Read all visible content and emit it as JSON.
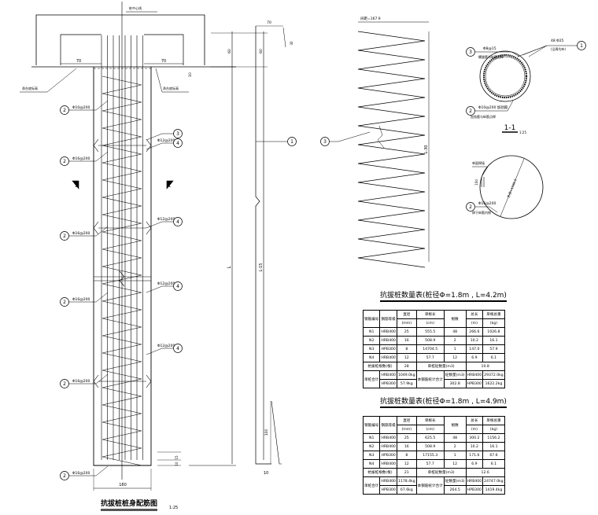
{
  "drawing": {
    "title": "抗拔桩桩身配筋图",
    "title_scale": "1:25",
    "pile_centerline": "桩中心线",
    "cap_bottom_left": "承台底标高",
    "cap_bottom_right": "承台底标高",
    "dim_70_left": "70",
    "dim_70_right": "70",
    "dim_60_a": "60",
    "dim_60_b": "60",
    "dim_10_top": "10",
    "dim_L": "L",
    "dim_L15": "L-15",
    "dim_width": "180",
    "dim_10_bottom": "10",
    "dim_15_bottom": "15",
    "section_mark_left": "1",
    "section_mark_right": "1",
    "callouts": [
      {
        "num": "2",
        "text": "Φ10@200"
      },
      {
        "num": "3",
        "text": ""
      },
      {
        "num": "4",
        "text": "Φ12@200"
      },
      {
        "num": "2",
        "text": "Φ16@200"
      },
      {
        "num": "4",
        "text": "Φ12@200"
      },
      {
        "num": "2",
        "text": "Φ16@200"
      },
      {
        "num": "2",
        "text": "Φ16@200"
      },
      {
        "num": "4",
        "text": "Φ12@200"
      },
      {
        "num": "4",
        "text": "Φ12@200"
      },
      {
        "num": "2",
        "text": "Φ16@200"
      },
      {
        "num": "2",
        "text": "Φ16@200"
      }
    ]
  },
  "bar1": {
    "num": "1",
    "dim_top": "70",
    "dim_hook": "30",
    "dim_bottom": "100",
    "dim_bottom_w": "10"
  },
  "spiral": {
    "num": "3",
    "pitch": "间距=167.9",
    "length": "L-30"
  },
  "section": {
    "title": "1-1",
    "scale": "1:25",
    "n1": "1",
    "n1_text": "48 Φ25",
    "n1_sub": "(沿周均布)",
    "n3": "3",
    "n3_text": "Φ8@15",
    "n3_sub": "螺旋箍与纵筋点焊",
    "n2": "2",
    "n2_text": "Φ10@200  加劲箍",
    "n2_sub": "加劲箍与纵筋点焊",
    "ring_label": "单面焊接",
    "ring_dim": "10d",
    "ring_dia": "外径=1506.9",
    "ring_n": "2",
    "ring_text": "Φ16@200",
    "ring_sub": "焊于纵筋内侧"
  },
  "tables": [
    {
      "title": "抗拔桩数量表(桩径Φ=1.8m , L=4.2m)",
      "headers": [
        "钢筋编号",
        "钢筋等级",
        "直径",
        "单根长",
        "根数",
        "总长",
        "单根总重"
      ],
      "units": [
        "(mm)",
        "(cm)",
        "(m)",
        "(kg)"
      ],
      "rows": [
        [
          "N1",
          "HRB400",
          "25",
          "555.5",
          "48",
          "266.6",
          "1026.8"
        ],
        [
          "N2",
          "HRB400",
          "16",
          "508.9",
          "2",
          "10.2",
          "16.1"
        ],
        [
          "N3",
          "HPB300",
          "8",
          "14704.5",
          "1",
          "147.0",
          "57.9"
        ],
        [
          "N4",
          "HRB400",
          "12",
          "57.7",
          "12",
          "6.9",
          "6.1"
        ]
      ],
      "count_label": "抗拔桩根数(根)",
      "count": "28",
      "concrete_label": "单桩砼数量(m3)",
      "concrete": "10.8",
      "total_label": "单桩合计",
      "stat_label": "本钢筋统计合计",
      "vol_label": "砼数量(m3)",
      "totals": [
        [
          "HRB400",
          "1049.0kg",
          "HRB400",
          "29372.0kg"
        ],
        [
          "HPB300",
          "57.9kg",
          "HPB300",
          "1622.2kg"
        ]
      ],
      "vol": "302.8"
    },
    {
      "title": "抗拔桩数量表(桩径Φ=1.8m , L=4.9m)",
      "headers": [
        "钢筋编号",
        "钢筋等级",
        "直径",
        "单根长",
        "根数",
        "总长",
        "单根总重"
      ],
      "units": [
        "(mm)",
        "(cm)",
        "(m)",
        "(kg)"
      ],
      "rows": [
        [
          "N1",
          "HRB400",
          "25",
          "625.5",
          "48",
          "300.2",
          "1156.2"
        ],
        [
          "N2",
          "HRB400",
          "16",
          "508.9",
          "2",
          "10.2",
          "16.1"
        ],
        [
          "N3",
          "HPB300",
          "8",
          "17155.3",
          "1",
          "171.6",
          "67.6"
        ],
        [
          "N4",
          "HRB400",
          "12",
          "57.7",
          "12",
          "6.9",
          "6.1"
        ]
      ],
      "count_label": "抗拔桩根数(根)",
      "count": "21",
      "concrete_label": "单桩砼数量(m3)",
      "concrete": "12.6",
      "total_label": "单桩合计",
      "stat_label": "本钢筋统计合计",
      "vol_label": "砼数量(m3)",
      "totals": [
        [
          "HRB400",
          "1178.4kg",
          "HRB400",
          "24747.0kg"
        ],
        [
          "HPB300",
          "67.6kg",
          "HPB300",
          "1419.4kg"
        ]
      ],
      "vol": "264.5"
    }
  ]
}
